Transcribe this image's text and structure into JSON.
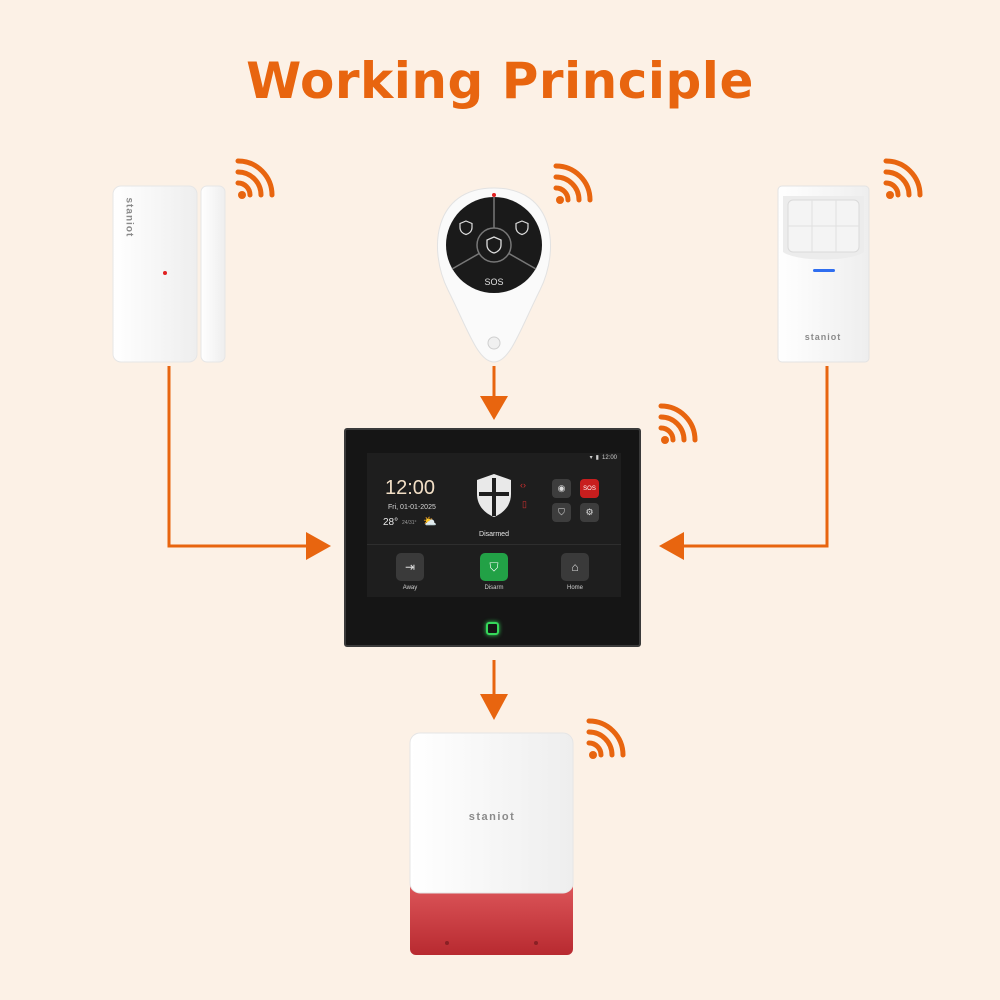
{
  "title": "Working Principle",
  "colors": {
    "accent": "#e8650f",
    "background": "#fcf1e6",
    "siren_red": "#c6323a",
    "hub_green": "#22a146"
  },
  "devices": {
    "door_sensor": {
      "brand": "staniot"
    },
    "key_fob": {
      "sos_label": "SOS"
    },
    "motion_sensor": {
      "brand": "staniot"
    },
    "siren": {
      "brand": "staniot"
    }
  },
  "hub": {
    "status_time": "12:00",
    "clock": "12:00",
    "date": "Fri, 01-01-2025",
    "temperature": "28°",
    "temp_range": "24/31°",
    "status": "Disarmed",
    "sos_label": "SOS",
    "modes": [
      {
        "label": "Away",
        "icon": "door-icon"
      },
      {
        "label": "Disarm",
        "icon": "shield-icon",
        "active": true
      },
      {
        "label": "Home",
        "icon": "home-icon"
      }
    ]
  },
  "icons": [
    "wifi-signal-icon",
    "shield-icon",
    "door-icon",
    "home-icon",
    "gear-icon",
    "alarm-icon",
    "arrow-icon"
  ]
}
